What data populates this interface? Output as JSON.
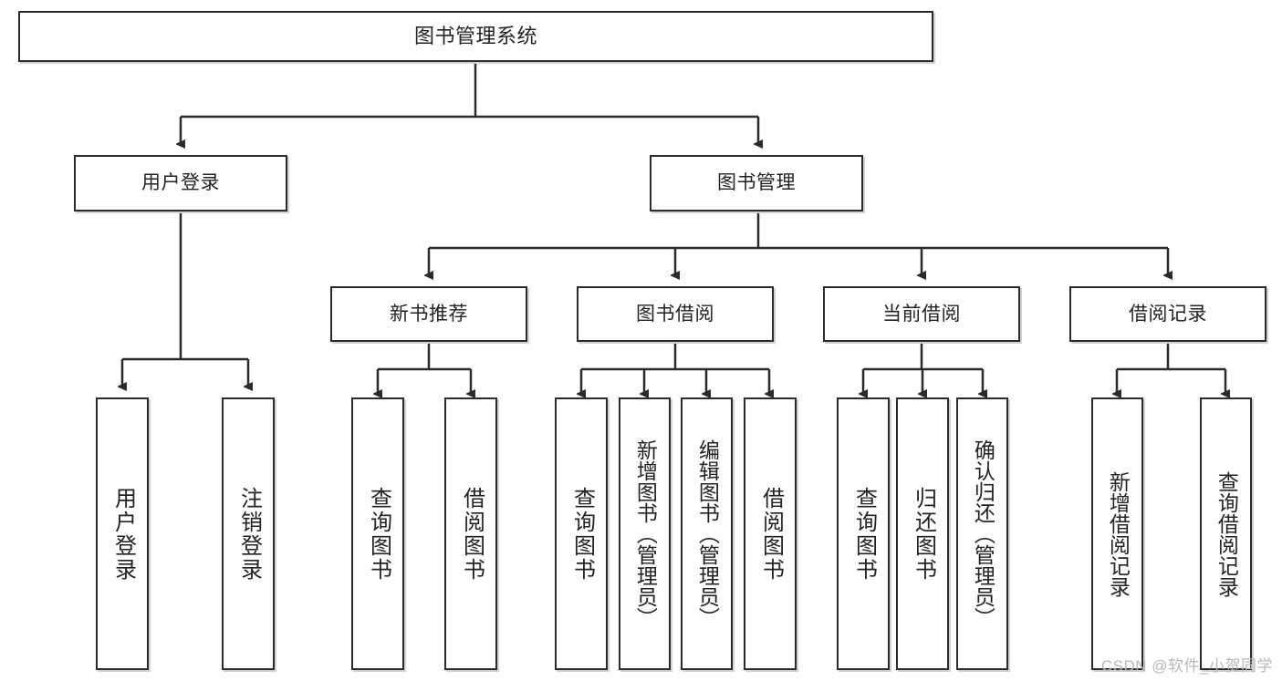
{
  "diagram": {
    "title": "图书管理系统",
    "watermark": "CSDN @软件_小贺同学",
    "colors": {
      "background": "#ffffff",
      "node_border": "#2b2b2b",
      "node_fill": "#ffffff",
      "edge": "#2b2b2b",
      "text": "#232323",
      "watermark": "#b8b8b8"
    },
    "nodes": {
      "root": "图书管理系统",
      "level2": [
        "用户登录",
        "图书管理"
      ],
      "level3": [
        "新书推荐",
        "图书借阅",
        "当前借阅",
        "借阅记录"
      ],
      "leaves": {
        "user_login": [
          "用户登录",
          "注销登录"
        ],
        "new_book_recommend": [
          "查询图书",
          "借阅图书"
        ],
        "book_borrow": [
          "查询图书",
          "新增图书（管理员）",
          "编辑图书（管理员）",
          "借阅图书"
        ],
        "current_borrow": [
          "查询图书",
          "归还图书",
          "确认归还（管理员）"
        ],
        "borrow_record": [
          "新增借阅记录",
          "查询借阅记录"
        ]
      }
    }
  }
}
